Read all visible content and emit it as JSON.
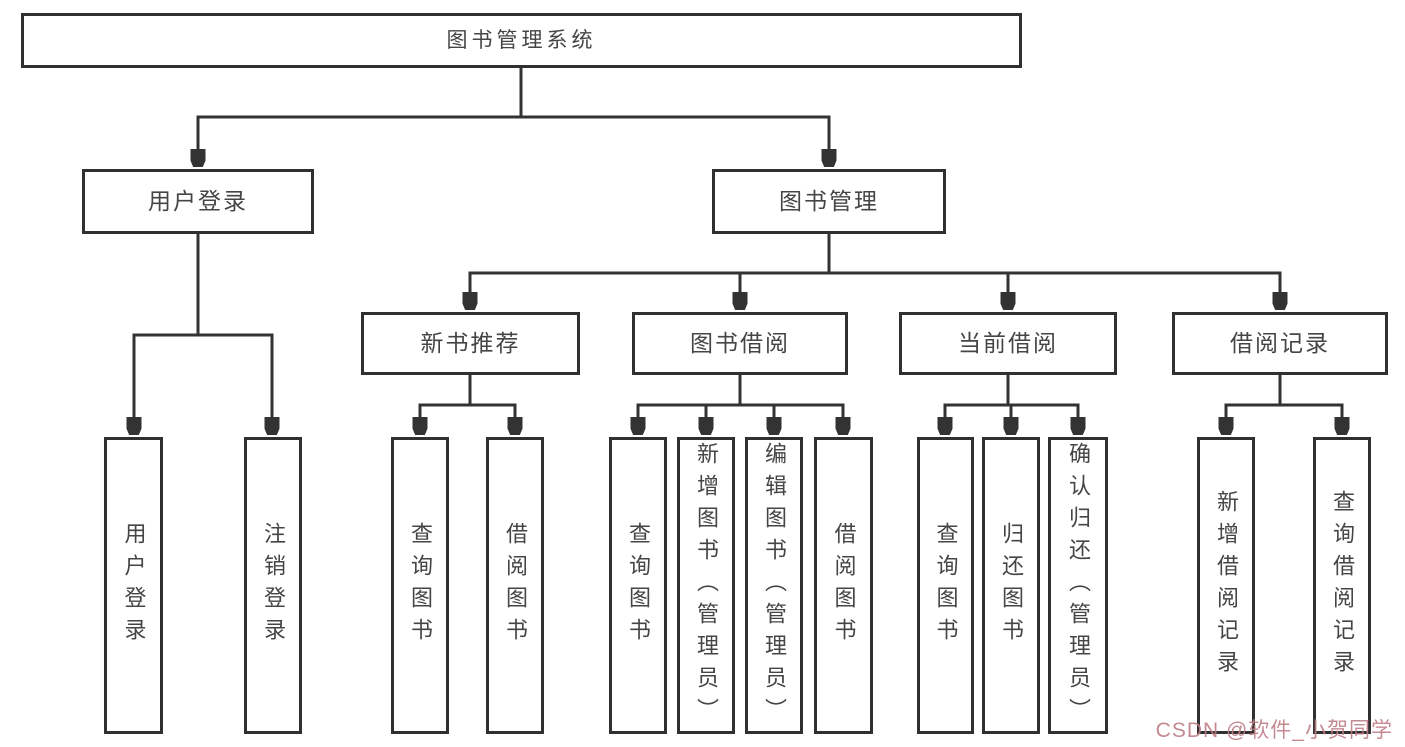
{
  "nodes": {
    "root": "图书管理系统",
    "user_login": "用户登录",
    "book_mgmt": "图书管理",
    "new_book_rec": "新书推荐",
    "book_borrow": "图书借阅",
    "current_borrow": "当前借阅",
    "borrow_record": "借阅记录",
    "leaf_user_login": "用户登录",
    "leaf_logout": "注销登录",
    "leaf_rec_query": "查询图书",
    "leaf_rec_borrow": "借阅图书",
    "leaf_bb_query": "查询图书",
    "leaf_bb_add": "新增图书（管理员）",
    "leaf_bb_edit": "编辑图书（管理员）",
    "leaf_bb_borrow": "借阅图书",
    "leaf_cb_query": "查询图书",
    "leaf_cb_return": "归还图书",
    "leaf_cb_confirm": "确认归还（管理员）",
    "leaf_br_add": "新增借阅记录",
    "leaf_br_query": "查询借阅记录"
  },
  "hierarchy": {
    "图书管理系统": [
      "用户登录",
      "图书管理"
    ],
    "用户登录": [
      "用户登录",
      "注销登录"
    ],
    "图书管理": [
      "新书推荐",
      "图书借阅",
      "当前借阅",
      "借阅记录"
    ],
    "新书推荐": [
      "查询图书",
      "借阅图书"
    ],
    "图书借阅": [
      "查询图书",
      "新增图书（管理员）",
      "编辑图书（管理员）",
      "借阅图书"
    ],
    "当前借阅": [
      "查询图书",
      "归还图书",
      "确认归还（管理员）"
    ],
    "借阅记录": [
      "新增借阅记录",
      "查询借阅记录"
    ]
  },
  "watermark": "CSDN @软件_小贺同学",
  "colors": {
    "line": "#333333",
    "border": "#303030",
    "text": "#454545",
    "background": "#ffffff",
    "watermark": "#be7d85"
  }
}
